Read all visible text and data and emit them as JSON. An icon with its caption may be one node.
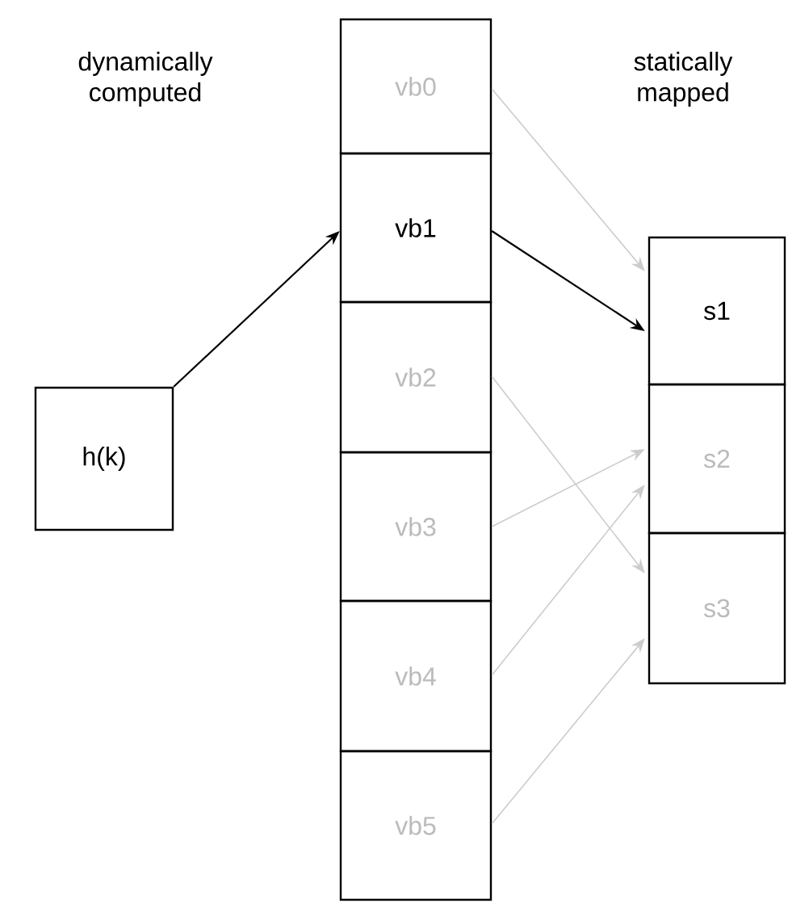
{
  "diagram": {
    "nodes": [
      {
        "text": [
          "h(k)"
        ]
      },
      {
        "text": [
          "vb0"
        ]
      },
      {
        "text": [
          "vb1"
        ]
      },
      {
        "text": [
          "vb2"
        ]
      },
      {
        "text": [
          "vb3"
        ]
      },
      {
        "text": [
          "vb4"
        ]
      },
      {
        "text": [
          "vb5"
        ]
      },
      {
        "text": [
          "s1"
        ]
      },
      {
        "text": [
          "s2"
        ]
      },
      {
        "text": [
          "s3"
        ]
      }
    ],
    "edges": [
      {
        "from": 0,
        "to": 2,
        "arrow": "to",
        "color": "#000000"
      },
      {
        "from": 2,
        "to": 7,
        "arrow": "to",
        "color": "#000000"
      },
      {
        "from": 1,
        "to": 7,
        "arrow": "to"
      },
      {
        "from": 3,
        "to": 9,
        "arrow": "to"
      },
      {
        "from": 4,
        "to": 8,
        "arrow": "to"
      },
      {
        "from": 5,
        "to": 8,
        "arrow": "to"
      },
      {
        "from": 6,
        "to": 9,
        "arrow": "to"
      }
    ],
    "labels": [
      "dynamically computed",
      "statically mapped"
    ]
  }
}
